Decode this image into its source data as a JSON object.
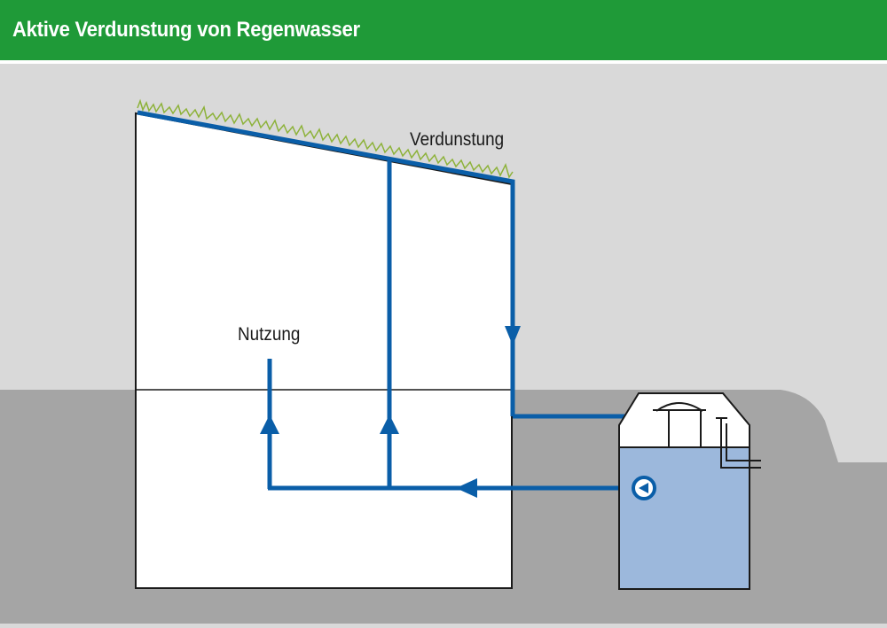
{
  "header": {
    "title": "Aktive Verdunstung von Regenwasser"
  },
  "diagram": {
    "label_evaporation": "Verdunstung",
    "label_usage": "Nutzung"
  },
  "colors": {
    "header": "#1f9a38",
    "sky": "#d9d9d9",
    "ground": "#a5a5a5",
    "pipe": "#0a5ea8",
    "water": "#9cb8dc",
    "grass": "#8db23a",
    "building": "#ffffff"
  },
  "icons": [
    "grass-roof-icon",
    "pump-icon",
    "flow-arrow-icon"
  ]
}
